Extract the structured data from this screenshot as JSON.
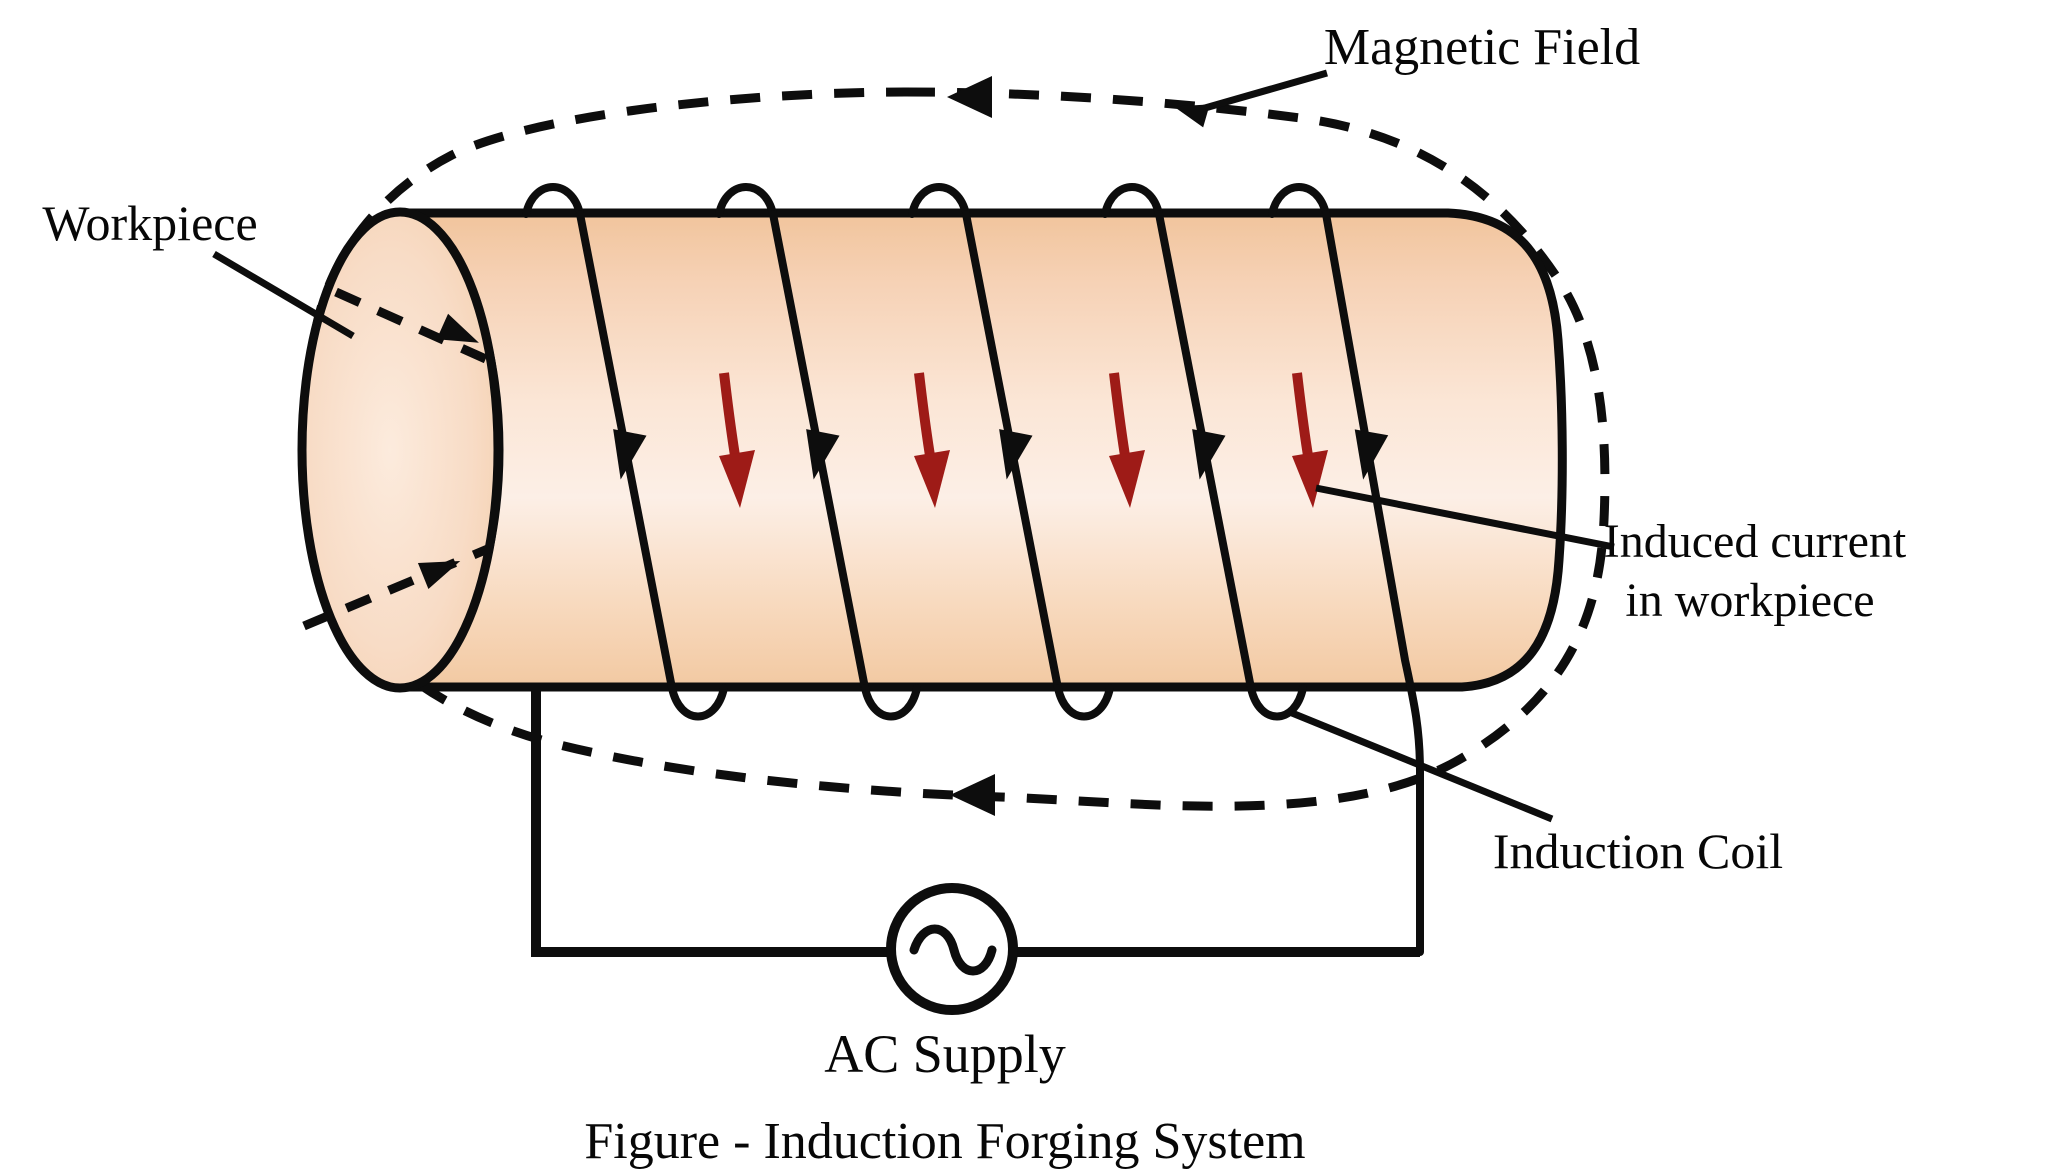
{
  "figure": {
    "caption": "Figure - Induction Forging System",
    "labels": {
      "magnetic_field": "Magnetic Field",
      "workpiece": "Workpiece",
      "induced_current_line1": "Induced current",
      "induced_current_line2": "in workpiece",
      "induction_coil": "Induction Coil",
      "ac_supply": "AC Supply"
    },
    "components": {
      "coil_turns": 5,
      "induced_current_arrows": 4,
      "magnetic_field_direction_arrows": 2,
      "source_symbol": "AC sine-wave source"
    },
    "colors": {
      "line": "#0d0d0d",
      "induced_current_red": "#9e1b17",
      "workpiece_peach_light": "#fdeee3",
      "workpiece_peach_dark": "#f2c7a0",
      "background": "#ffffff"
    }
  }
}
